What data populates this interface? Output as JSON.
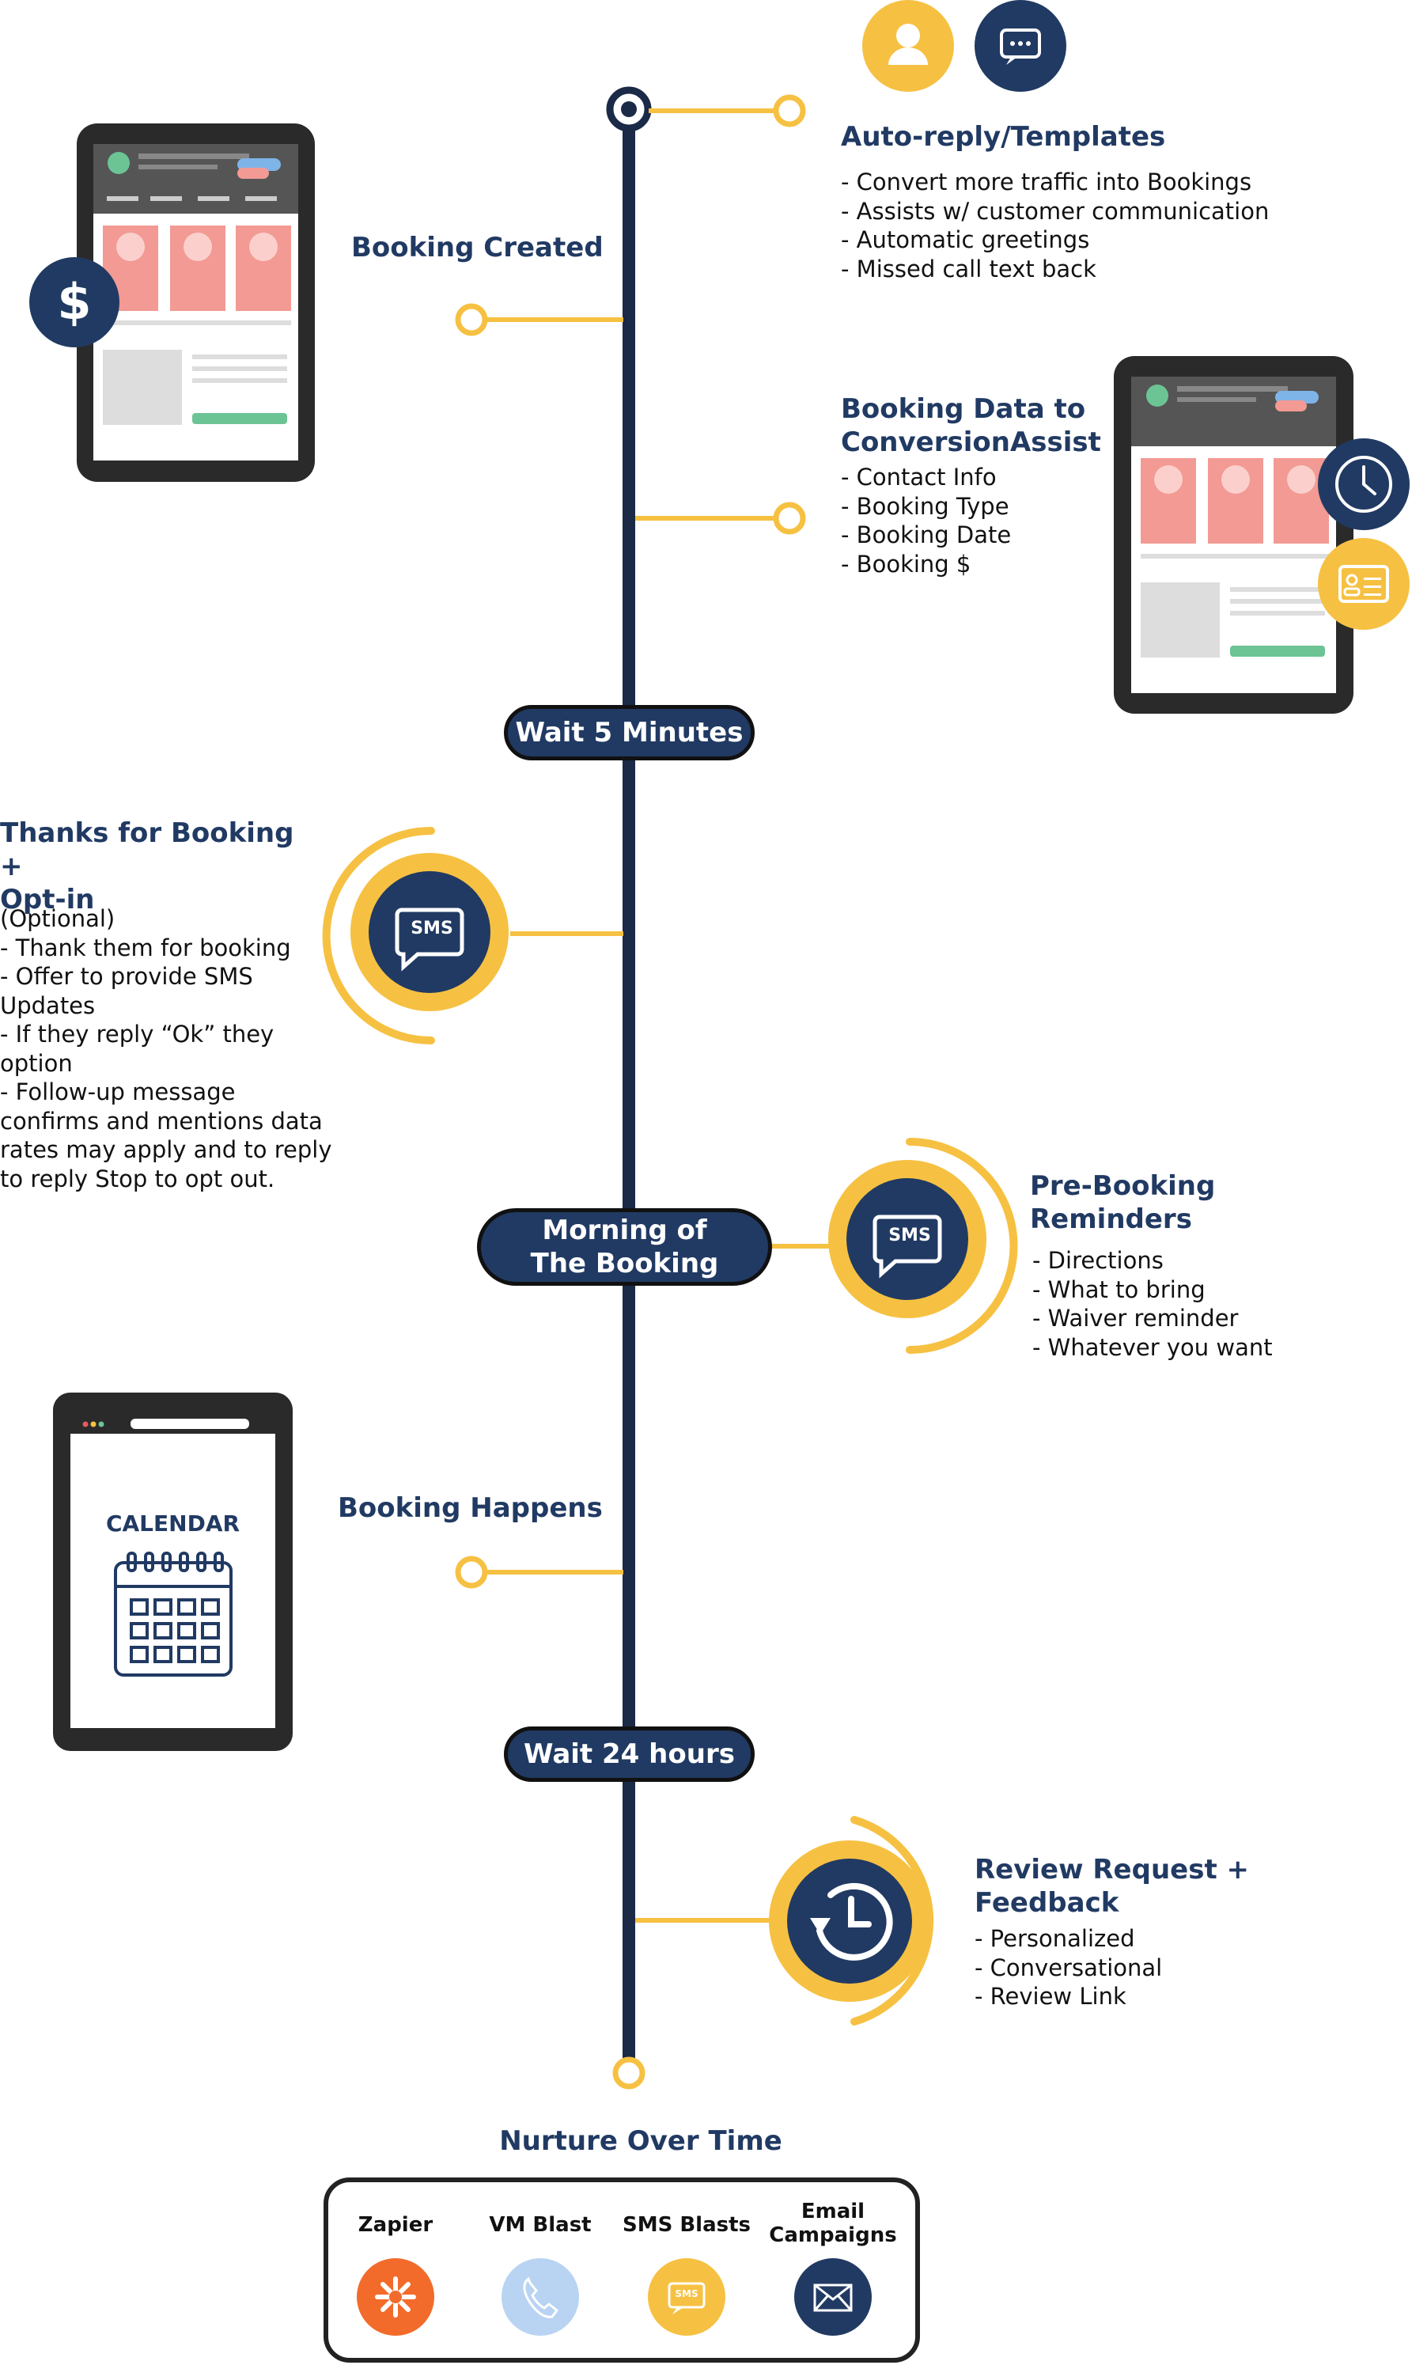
{
  "steps": {
    "auto_reply": {
      "title": "Auto-reply/Templates",
      "bullets": "- Convert more traffic into Bookings\n- Assists w/ customer communication\n- Automatic greetings\n- Missed call text back"
    },
    "booking_created": {
      "title": "Booking Created"
    },
    "booking_data": {
      "title": "Booking Data to\nConversionAssist",
      "bullets": "- Contact Info\n- Booking Type\n- Booking Date\n- Booking $"
    },
    "wait_5": {
      "label": "Wait 5 Minutes"
    },
    "thanks": {
      "title": "Thanks for Booking +\nOpt-in",
      "bullets": "(Optional)\n- Thank them for booking\n- Offer to provide SMS\n  Updates\n- If they reply “Ok” they option\n- Follow-up message\n  confirms and mentions data\n  rates may apply and to reply\n  to reply Stop to opt out."
    },
    "morning": {
      "label": "Morning of\nThe Booking"
    },
    "pre_booking": {
      "title": "Pre-Booking\nReminders",
      "bullets": "- Directions\n- What to bring\n- Waiver reminder\n- Whatever you want"
    },
    "booking_happens": {
      "title": "Booking Happens"
    },
    "wait_24": {
      "label": "Wait 24 hours"
    },
    "review": {
      "title": "Review Request +\nFeedback",
      "bullets": "- Personalized\n- Conversational\n- Review Link"
    },
    "nurture": {
      "title": "Nurture Over Time"
    }
  },
  "icons": {
    "sms_text": "SMS",
    "calendar_label": "CALENDAR",
    "dollar": "$"
  },
  "nurture_channels": [
    {
      "label": "Zapier",
      "icon": "zapier-icon",
      "color": "#f26b2a"
    },
    {
      "label": "VM Blast",
      "icon": "phone-icon",
      "color": "#b9d3f2"
    },
    {
      "label": "SMS Blasts",
      "icon": "sms-icon",
      "color": "#f6c142"
    },
    {
      "label": "Email\nCampaigns",
      "icon": "envelope-icon",
      "color": "#213a63"
    }
  ],
  "colors": {
    "navy": "#213a63",
    "gold": "#f6c142",
    "timeline": "#1a2a47",
    "card_pink": "#f29a93",
    "green_bar": "#6cc495"
  }
}
